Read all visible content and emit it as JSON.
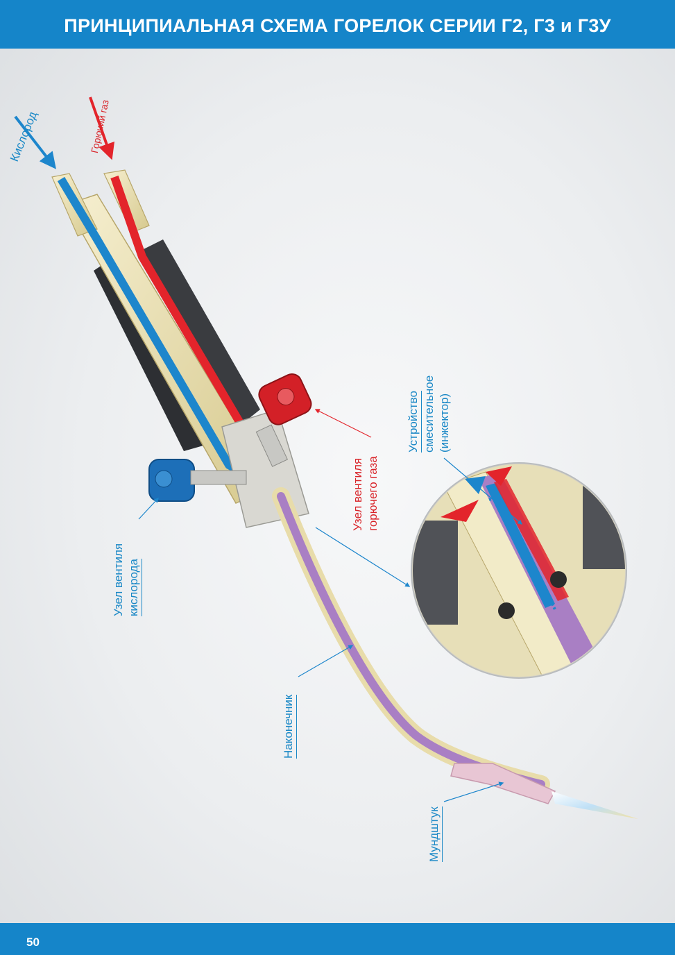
{
  "header": {
    "title": "ПРИНЦИПИАЛЬНАЯ СХЕМА ГОРЕЛОК СЕРИИ Г2, Г3 и Г3У"
  },
  "labels": {
    "oxygen_inlet": "Кислород",
    "fuel_gas_inlet": "Горючий газ",
    "oxygen_valve": [
      "Узел вентиля",
      "кислорода"
    ],
    "fuel_valve": [
      "Узел вентиля",
      "горючего газа"
    ],
    "injector": [
      "Устройство",
      "смесительное",
      "(инжектор)"
    ],
    "tip": "Наконечник",
    "mouthpiece": "Мундштук"
  },
  "colors": {
    "brand_blue": "#1585c9",
    "oxygen": "#1d86cc",
    "fuel_gas": "#e3242b",
    "mixture": "#a97fc4",
    "brass": "#ece2b4"
  },
  "footer": {
    "page_number": "50"
  }
}
